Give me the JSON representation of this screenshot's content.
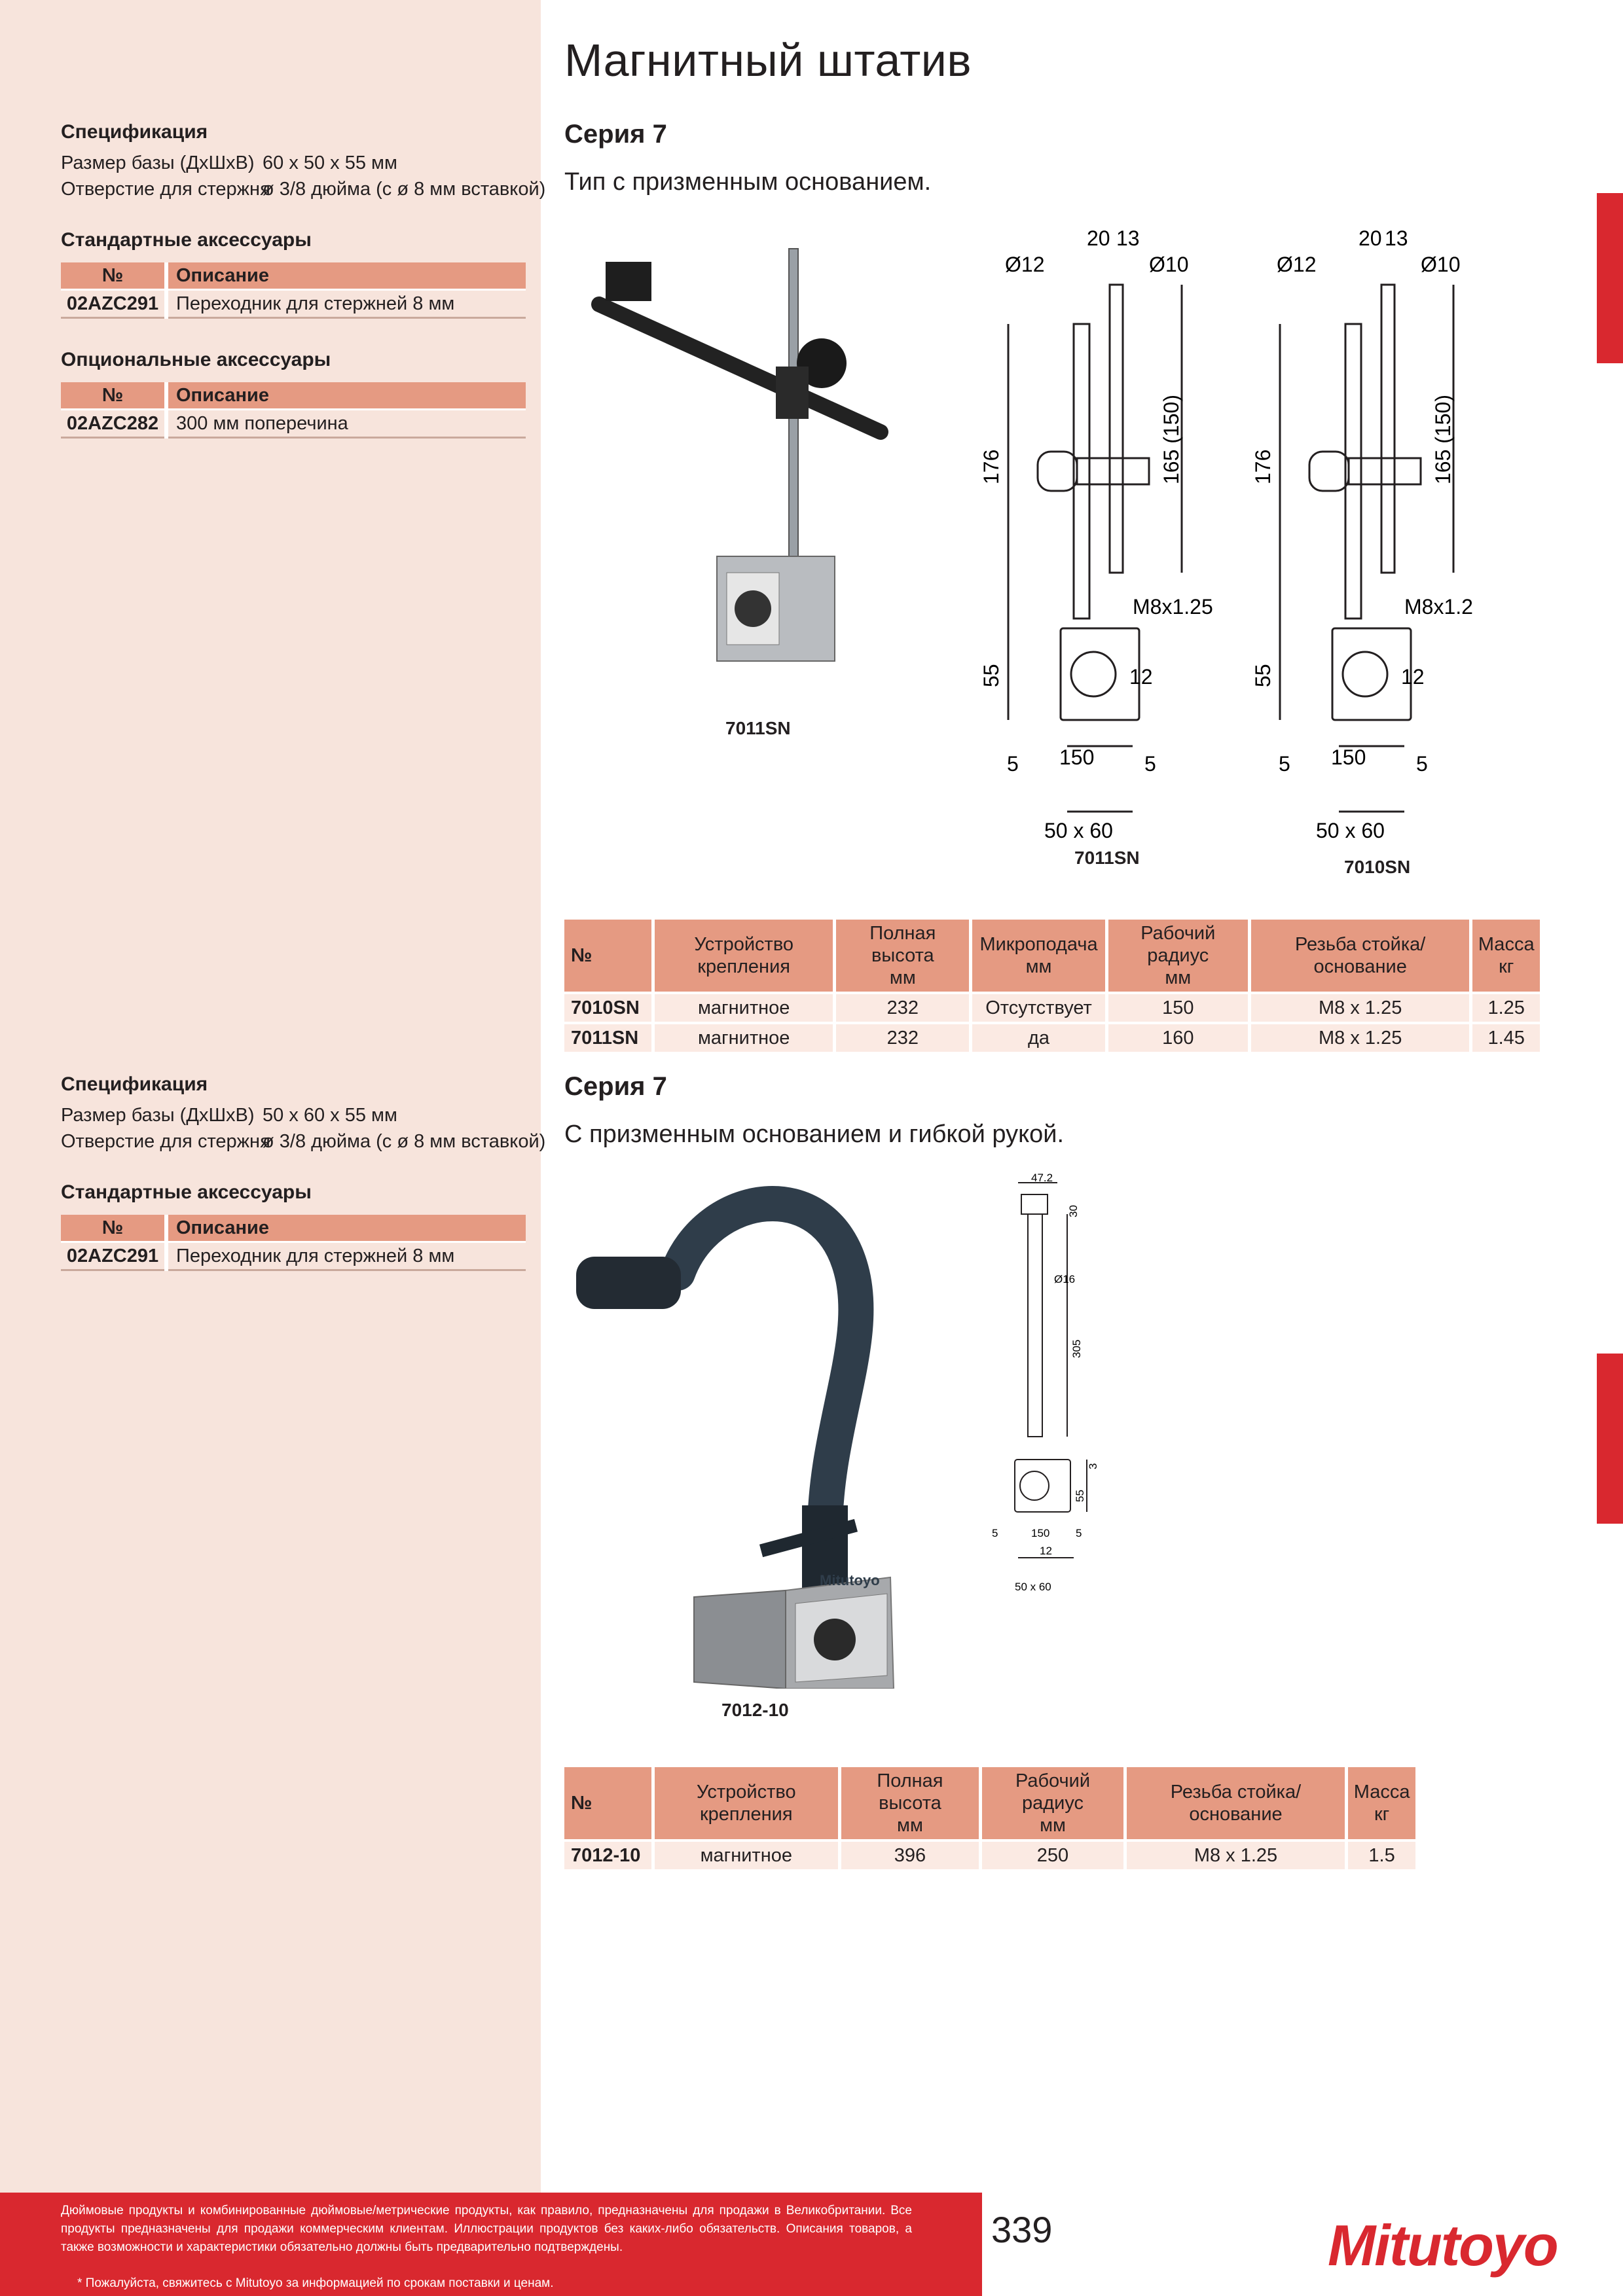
{
  "page": {
    "title": "Магнитный штатив",
    "number": "339"
  },
  "brand": {
    "logo": "Mitutoyo",
    "accent": "#d9282f",
    "table_header": "#e59a82",
    "sidebar_bg": "#f7e4dc"
  },
  "section1": {
    "series": "Серия 7",
    "subtitle": "Тип с призменным основанием.",
    "spec": {
      "heading": "Спецификация",
      "rows": [
        {
          "key": "Размер базы (ДхШхВ)",
          "value": "60 x 50 x 55 мм"
        },
        {
          "key": "Отверстие для стержня",
          "value": "ø 3/8 дюйма (с ø 8 мм вставкой)"
        }
      ]
    },
    "std_acc": {
      "heading": "Стандартные аксессуары",
      "col_no": "№",
      "col_desc": "Описание",
      "rows": [
        {
          "no": "02AZC291",
          "desc": "Переходник для стержней 8 мм"
        }
      ]
    },
    "opt_acc": {
      "heading": "Опциональные аксессуары",
      "col_no": "№",
      "col_desc": "Описание",
      "rows": [
        {
          "no": "02AZC282",
          "desc": "300 мм поперечина"
        }
      ]
    },
    "photo_caption": "7011SN",
    "drawings": [
      {
        "caption": "7011SN",
        "d12": "Ø12",
        "d10": "Ø10",
        "w20": "20",
        "w13": "13",
        "h176": "176",
        "h165": "165 (150)",
        "thread": "M8x1.25",
        "h55": "55",
        "r12": "12",
        "r150": "150",
        "s5a": "5",
        "s5b": "5",
        "base": "50 x 60"
      },
      {
        "caption": "7010SN",
        "d12": "Ø12",
        "d10": "Ø10",
        "w20": "20",
        "w13": "13",
        "h176": "176",
        "h165": "165 (150)",
        "thread": "M8x1.2",
        "h55": "55",
        "r12": "12",
        "r150": "150",
        "s5a": "5",
        "s5b": "5",
        "base": "50 x 60"
      }
    ],
    "table": {
      "headers": [
        "№",
        "Устройство крепления",
        "Полная высота мм",
        "Микроподача мм",
        "Рабочий радиус мм",
        "Резьба стойка/основание",
        "Масса кг"
      ],
      "header_top": [
        "№",
        "Устройство крепления",
        "Полная высота",
        "Микроподача",
        "Рабочий радиус",
        "Резьба стойка/основание",
        "Масса"
      ],
      "header_unit": [
        "",
        "",
        "мм",
        "мм",
        "мм",
        "",
        "кг"
      ],
      "rows": [
        [
          "7010SN",
          "магнитное",
          "232",
          "Отсутствует",
          "150",
          "M8 x 1.25",
          "1.25"
        ],
        [
          "7011SN",
          "магнитное",
          "232",
          "да",
          "160",
          "M8 x 1.25",
          "1.45"
        ]
      ]
    }
  },
  "section2": {
    "series": "Серия 7",
    "subtitle": "С призменным основанием и гибкой рукой.",
    "spec": {
      "heading": "Спецификация",
      "rows": [
        {
          "key": "Размер базы (ДхШхВ)",
          "value": "50 x 60 x 55 мм"
        },
        {
          "key": "Отверстие для стержня",
          "value": "ø 3/8 дюйма (с ø 8 мм вставкой)"
        }
      ]
    },
    "std_acc": {
      "heading": "Стандартные аксессуары",
      "col_no": "№",
      "col_desc": "Описание",
      "rows": [
        {
          "no": "02AZC291",
          "desc": "Переходник для стержней 8 мм"
        }
      ]
    },
    "photo_caption": "7012-10",
    "photo_label": "Mitutoyo",
    "drawing": {
      "w": "47.2",
      "h30": "30",
      "d16": "Ø16",
      "h305": "305",
      "h3": "3",
      "h55": "55",
      "s5a": "5",
      "r150": "150",
      "s5b": "5",
      "r12": "12",
      "base": "50 x 60"
    },
    "table": {
      "header_top": [
        "№",
        "Устройство крепления",
        "Полная высота",
        "Рабочий радиус",
        "Резьба стойка/основание",
        "Масса"
      ],
      "header_unit": [
        "",
        "",
        "мм",
        "мм",
        "",
        "кг"
      ],
      "rows": [
        [
          "7012-10",
          "магнитное",
          "396",
          "250",
          "M8 x 1.25",
          "1.5"
        ]
      ]
    }
  },
  "footer": {
    "text": "Дюймовые продукты и комбинированные дюймовые/метрические продукты, как правило, предназначены для продажи в Великобритании. Все продукты предназначены для продажи коммерческим клиентам. Иллюстрации продуктов без каких-либо обязательств. Описания товаров, а также возможности и характеристики обязательно должны быть предварительно подтверждены.",
    "note": "* Пожалуйста, свяжитесь с Mitutoyo за информацией по срокам поставки и ценам."
  }
}
